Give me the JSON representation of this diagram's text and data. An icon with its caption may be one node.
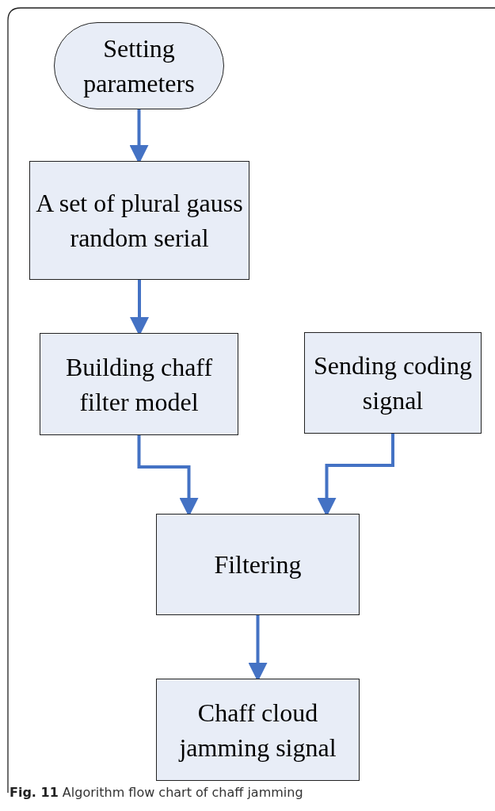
{
  "diagram": {
    "caption": "**Fig. 11** Algorithm flow chart of chaff jamming",
    "nodes": [
      {
        "text": [
          "Setting parameters"
        ]
      },
      {
        "text": [
          "A set of plural gauss random serial"
        ]
      },
      {
        "text": [
          "Building chaff filter model"
        ]
      },
      {
        "text": [
          "Sending coding signal"
        ]
      },
      {
        "text": [
          "Filtering"
        ]
      },
      {
        "text": [
          "Chaff cloud jamming signal"
        ]
      }
    ],
    "edges": [
      {
        "from": 0,
        "to": 1,
        "arrow": "to"
      },
      {
        "from": 1,
        "to": 2,
        "arrow": "to"
      },
      {
        "from": 2,
        "to": 4,
        "arrow": "to"
      },
      {
        "from": 3,
        "to": 4,
        "arrow": "to"
      },
      {
        "from": 4,
        "to": 5,
        "arrow": "to"
      }
    ]
  }
}
